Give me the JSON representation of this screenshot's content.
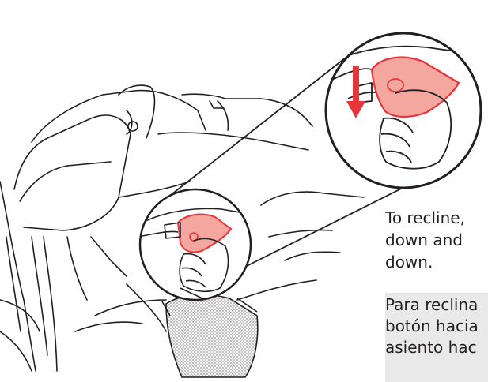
{
  "instructions": {
    "english_lines": [
      "To recline,",
      "down and",
      "down."
    ],
    "spanish_lines": [
      "Para reclina",
      "botón hacia",
      "asiento hac"
    ]
  },
  "colors": {
    "highlight_red": "#e8343a",
    "highlight_fill": "#f4a79f",
    "text": "#231f20",
    "spanish_bg": "#e9e9e9"
  }
}
